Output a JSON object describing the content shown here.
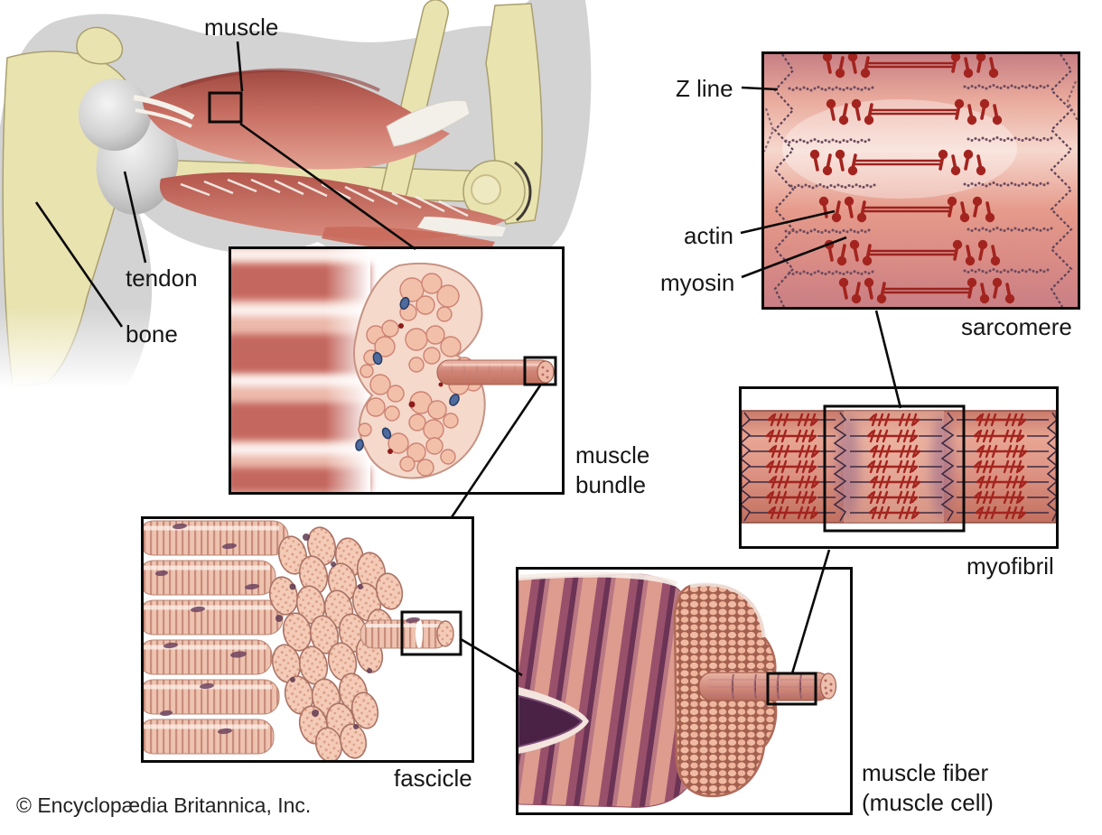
{
  "labels": {
    "muscle": "muscle",
    "tendon": "tendon",
    "bone": "bone",
    "muscle_bundle_lines": [
      "muscle",
      "bundle"
    ],
    "fascicle": "fascicle",
    "muscle_fiber_lines": [
      "muscle fiber",
      "(muscle cell)"
    ],
    "myofibril": "myofibril",
    "sarcomere": "sarcomere",
    "z_line": "Z line",
    "actin": "actin",
    "myosin": "myosin"
  },
  "footer": {
    "copyright": "© Encyclopædia Britannica, Inc."
  },
  "colors": {
    "outline_black": "#0a0a0a",
    "silhouette_gray": "#d3d3d3",
    "bone_yellow": "#e9e3b0",
    "muscle_red": "#c2584d",
    "tendon_white": "#f3f0ea",
    "tissue_pink": "#f2c4ae",
    "myosin_red": "#a3241f",
    "z_line_purple": "#5d4459",
    "nucleus_blue": "#4f6b9e",
    "nucleus_purple": "#6e4560"
  }
}
